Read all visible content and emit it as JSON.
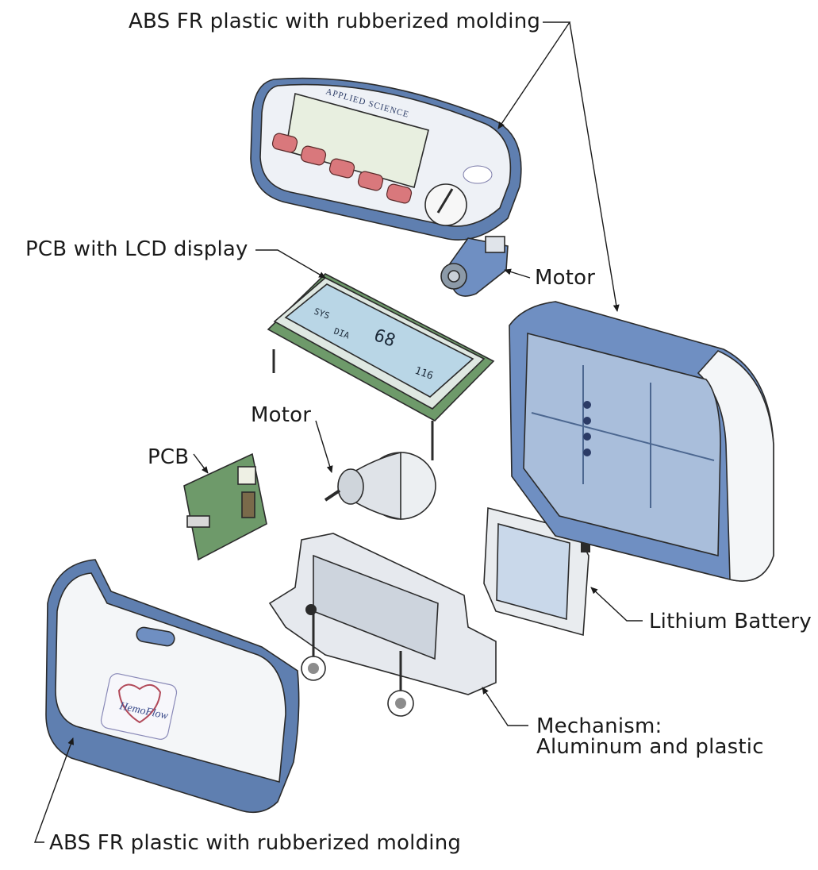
{
  "labels": {
    "top_shell": "ABS FR plastic with rubberized molding",
    "pcb_lcd": "PCB with LCD display",
    "motor_top": "Motor",
    "motor_mid": "Motor",
    "pcb": "PCB",
    "battery": "Lithium Battery",
    "mechanism_line1": "Mechanism:",
    "mechanism_line2": "Aluminum and plastic",
    "bottom_shell": "ABS FR plastic with rubberized molding"
  },
  "device": {
    "front_brand": "APPLIED SCIENCE",
    "logo_text": "HemoFlow",
    "lcd_reading": "68",
    "lcd_small_1": "SYS",
    "lcd_small_2": "DIA",
    "lcd_small_3": "116"
  },
  "colors": {
    "shell_blue": "#5f7fb0",
    "shell_light": "#c9d6ea",
    "white_body": "#f4f6f8",
    "pcb_green": "#6e9a6a",
    "lcd_blue": "#b9d6e6",
    "button_red": "#d9787c"
  }
}
